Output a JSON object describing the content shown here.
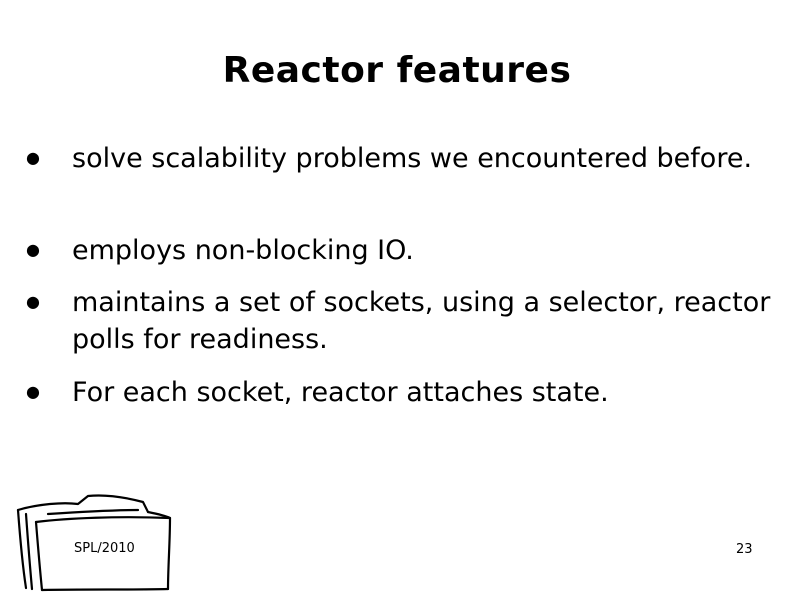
{
  "slide": {
    "title": "Reactor features",
    "bullets": [
      {
        "glyph": "●",
        "text": "solve scalability problems we encountered before."
      },
      {
        "glyph": "●",
        "text": "employs non-blocking IO."
      },
      {
        "glyph": "●",
        "text": "maintains a set of sockets, using a selector, reactor polls for readiness."
      },
      {
        "glyph": "●",
        "text": "For each socket, reactor attaches state."
      }
    ],
    "footer_label": "SPL/2010",
    "page_number": "23",
    "footer_icon": "folder-icon"
  }
}
